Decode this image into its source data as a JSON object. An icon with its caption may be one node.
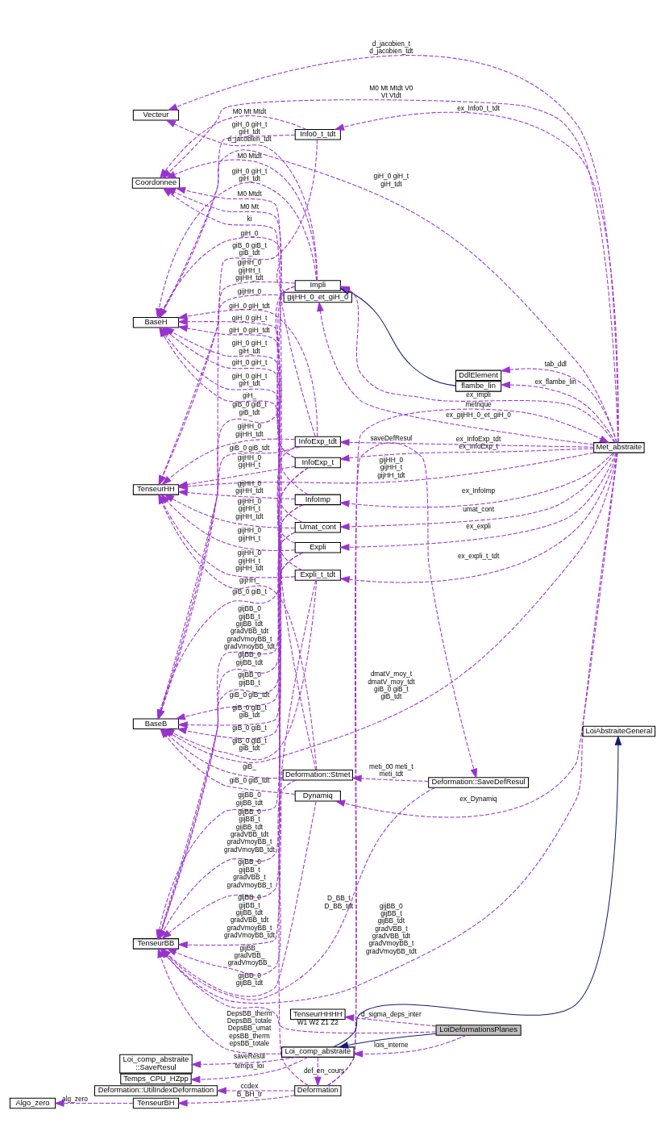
{
  "diagram": {
    "nodes": [
      {
        "text": [
          "Vecteur"
        ]
      },
      {
        "text": [
          "Coordonnee"
        ]
      },
      {
        "text": [
          "Info0_t_tdt"
        ]
      },
      {
        "text": [
          "BaseH"
        ]
      },
      {
        "text": [
          "DdlElement"
        ]
      },
      {
        "text": [
          "gijHH_0_et_giH_0"
        ]
      },
      {
        "text": [
          "Impli"
        ]
      },
      {
        "text": [
          "flambe_lin"
        ]
      },
      {
        "text": [
          "InfoExp_t"
        ]
      },
      {
        "text": [
          "Deformation::UtilIndexDeformation"
        ]
      },
      {
        "text": [
          "Met_abstraite"
        ]
      },
      {
        "text": [
          "InfoExp_tdt"
        ]
      },
      {
        "text": [
          "InfoImp"
        ]
      },
      {
        "text": [
          "BaseB"
        ]
      },
      {
        "text": [
          "Umat_cont"
        ]
      },
      {
        "text": [
          "Expli"
        ]
      },
      {
        "text": [
          "TenseurHH"
        ]
      },
      {
        "text": [
          "Expli_t_tdt"
        ]
      },
      {
        "text": [
          "Dynamiq"
        ]
      },
      {
        "text": [
          "TenseurBB"
        ]
      },
      {
        "text": [
          "Temps_CPU_HZpp"
        ]
      },
      {
        "text": [
          "LoiAbstraiteGeneral"
        ]
      },
      {
        "text": [
          "Loi_comp_abstraite ::SaveResul"
        ]
      },
      {
        "text": [
          "Deformation::Stmet"
        ]
      },
      {
        "text": [
          "Deformation::SaveDefResul"
        ]
      },
      {
        "text": [
          "Deformation"
        ]
      },
      {
        "text": [
          "Loi_comp_abstraite"
        ]
      },
      {
        "text": [
          "LoiDeformationsPlanes"
        ]
      },
      {
        "text": [
          "TenseurBH"
        ]
      },
      {
        "text": [
          "TenseurHHHH"
        ]
      },
      {
        "text": [
          "Algo_zero"
        ]
      }
    ],
    "edges": [
      {
        "from": 10,
        "to": 0,
        "arrow": "to",
        "style": "dashed",
        "label": "d_jacobien_t d_jacobien_tdt"
      },
      {
        "from": 6,
        "to": 0,
        "arrow": "to",
        "style": "dashed",
        "label": "d_jacobien_tdt"
      },
      {
        "from": 25,
        "to": 1,
        "arrow": "to",
        "style": "dashed",
        "label": "ki"
      },
      {
        "from": 10,
        "to": 1,
        "arrow": "to",
        "style": "dashed",
        "label": "M0 Mt Mtdt V0 Vt Vtdt"
      },
      {
        "from": 2,
        "to": 1,
        "arrow": "to",
        "style": "dashed",
        "label": "M0 Mt Mtdt"
      },
      {
        "from": 2,
        "to": 3,
        "arrow": "to",
        "style": "dashed",
        "label": "giH_0 giH_t giH_tdt"
      },
      {
        "from": 8,
        "to": 1,
        "arrow": "to",
        "style": "dashed",
        "label": "M0 Mt"
      },
      {
        "from": 11,
        "to": 1,
        "arrow": "to",
        "style": "dashed",
        "label": "M0 Mtdt"
      },
      {
        "from": 10,
        "to": 3,
        "arrow": "to",
        "style": "dashed",
        "label": "giH_0 giH_t giH_tdt"
      },
      {
        "from": 5,
        "to": 3,
        "arrow": "to",
        "style": "dashed",
        "label": "giH_0"
      },
      {
        "from": 6,
        "to": 3,
        "arrow": "to",
        "style": "dashed",
        "label": "giH_0 giH_t giH_tdt"
      },
      {
        "from": 2,
        "to": 13,
        "arrow": "to",
        "style": "dashed",
        "label": "giB_0 giB_t giB_tdt"
      },
      {
        "from": 6,
        "to": 1,
        "arrow": "to",
        "style": "dashed",
        "label": "M0 Mtdt"
      },
      {
        "from": 8,
        "to": 3,
        "arrow": "to",
        "style": "dashed",
        "label": "giH_0 giH_t"
      },
      {
        "from": 6,
        "to": 13,
        "arrow": "to",
        "style": "dashed",
        "label": "giB_0 giB_t giB_tdt"
      },
      {
        "from": 5,
        "to": 16,
        "arrow": "to",
        "style": "dashed",
        "label": "gijHH_0"
      },
      {
        "from": 10,
        "to": 13,
        "arrow": "to",
        "style": "dashed",
        "label": "dmatV_moy_t dmatV_moy_tdt giB_0 giB_t giB_tdt"
      },
      {
        "from": 8,
        "to": 13,
        "arrow": "to",
        "style": "dashed",
        "label": "giB_0 giB_t"
      },
      {
        "from": 11,
        "to": 3,
        "arrow": "to",
        "style": "dashed",
        "label": "giH_0 giH_tdt"
      },
      {
        "from": 12,
        "to": 3,
        "arrow": "to",
        "style": "dashed",
        "label": "giH_0 giH_tdt"
      },
      {
        "from": 11,
        "to": 13,
        "arrow": "to",
        "style": "dashed",
        "label": "giB_0 giB_tdt"
      },
      {
        "from": 6,
        "to": 16,
        "arrow": "to",
        "style": "dashed",
        "label": "gijHH_0 gijHH_t gijHH_tdt"
      },
      {
        "from": 17,
        "to": 3,
        "arrow": "to",
        "style": "dashed",
        "label": "giH_0 giH_t giH_tdt"
      },
      {
        "from": 6,
        "to": 19,
        "arrow": "to",
        "style": "dashed",
        "label": "gijBB_0 gijBB_t gijBB_tdt gradVBB_tdt gradVmoyBB_t gradVmoyBB_tdt"
      },
      {
        "from": 8,
        "to": 16,
        "arrow": "to",
        "style": "dashed",
        "label": "gijHH_0 gijHH_t"
      },
      {
        "from": 8,
        "to": 19,
        "arrow": "to",
        "style": "dashed",
        "label": "gijBB_0 gijBB_t"
      },
      {
        "from": 12,
        "to": 13,
        "arrow": "to",
        "style": "dashed",
        "label": "giB_0 giB_tdt"
      },
      {
        "from": 11,
        "to": 16,
        "arrow": "to",
        "style": "dashed",
        "label": "gijHH_0 gijHH_tdt"
      },
      {
        "from": 15,
        "to": 3,
        "arrow": "to",
        "style": "dashed",
        "label": "giH_0 giH_t"
      },
      {
        "from": 14,
        "to": 13,
        "arrow": "to",
        "style": "dashed",
        "label": "giB_0 giB_t giB_tdt"
      },
      {
        "from": 15,
        "to": 13,
        "arrow": "to",
        "style": "dashed",
        "label": "giB_0 giB_t"
      },
      {
        "from": 14,
        "to": 3,
        "arrow": "to",
        "style": "dashed",
        "label": "giH_0 giH_t giH_tdt"
      },
      {
        "from": 23,
        "to": 3,
        "arrow": "to",
        "style": "dashed",
        "label": "giH_"
      },
      {
        "from": 12,
        "to": 16,
        "arrow": "to",
        "style": "dashed",
        "label": "gijHH_0 gijHH_tdt"
      },
      {
        "from": 14,
        "to": 16,
        "arrow": "to",
        "style": "dashed",
        "label": "gijHH_0 gijHH_t gijHH_tdt"
      },
      {
        "from": 11,
        "to": 19,
        "arrow": "to",
        "style": "dashed",
        "label": "gijBB_0 gijBB_tdt"
      },
      {
        "from": 12,
        "to": 19,
        "arrow": "to",
        "style": "dashed",
        "label": "gijBB_0 gijBB_tdt"
      },
      {
        "from": 17,
        "to": 19,
        "arrow": "to",
        "style": "dashed",
        "label": "gijBB_0 gijBB_t gijBB_tdt gradVBB_tdt gradVmoyBB_t gradVmoyBB_tdt"
      },
      {
        "from": 10,
        "to": 16,
        "arrow": "to",
        "style": "dashed",
        "label": "gijHH_0 gijHH_t gijHH_tdt"
      },
      {
        "from": 15,
        "to": 16,
        "arrow": "to",
        "style": "dashed",
        "label": "gijHH_0 gijHH_t"
      },
      {
        "from": 18,
        "to": 13,
        "arrow": "to",
        "style": "dashed",
        "label": "giB_0 giB_tdt"
      },
      {
        "from": 15,
        "to": 19,
        "arrow": "to",
        "style": "dashed",
        "label": "gijBB_0 gijBB_t gradVBB_t gradVmoyBB_t"
      },
      {
        "from": 17,
        "to": 13,
        "arrow": "to",
        "style": "dashed",
        "label": "giB_0 giB_t giB_tdt"
      },
      {
        "from": 23,
        "to": 13,
        "arrow": "to",
        "style": "dashed",
        "label": "giB_"
      },
      {
        "from": 17,
        "to": 16,
        "arrow": "to",
        "style": "dashed",
        "label": "gijHH_0 gijHH_t gijHH_tdt"
      },
      {
        "from": 14,
        "to": 19,
        "arrow": "to",
        "style": "dashed",
        "label": "gijBB_0 gijBB_t gijBB_tdt gradVBB_tdt gradVmoyBB_t gradVmoyBB_tdt"
      },
      {
        "from": 23,
        "to": 16,
        "arrow": "to",
        "style": "dashed",
        "label": "gijHH_"
      },
      {
        "from": 18,
        "to": 19,
        "arrow": "to",
        "style": "dashed",
        "label": "gijBB_0 gijBB_tdt"
      },
      {
        "from": 23,
        "to": 19,
        "arrow": "to",
        "style": "dashed",
        "label": "gijBB_ gradVBB_ gradVmoyBB_"
      },
      {
        "from": 27,
        "to": 19,
        "arrow": "to",
        "style": "dashed",
        "label": "W1 W2 Z1 Z2"
      },
      {
        "from": 24,
        "to": 19,
        "arrow": "to",
        "style": "dashed",
        "label": "D_BB_t D_BB_tdt"
      },
      {
        "from": 10,
        "to": 19,
        "arrow": "to",
        "style": "dashed",
        "label": "gijBB_0 gijBB_t gijBB_tdt gradVBB_t gradVBB_tdt gradVmoyBB_t gradVmoyBB_tdt"
      },
      {
        "from": 26,
        "to": 19,
        "arrow": "to",
        "style": "dashed",
        "label": "DepsBB_therm DepsBB_totale DepsBB_umat epsBB_therm epsBB_totale"
      },
      {
        "from": 10,
        "to": 2,
        "arrow": "to",
        "style": "dashed",
        "label": "ex_Info0_t_tdt"
      },
      {
        "from": 10,
        "to": 4,
        "arrow": "to",
        "style": "dashed",
        "label": "tab_ddl"
      },
      {
        "from": 10,
        "to": 5,
        "arrow": "to",
        "style": "dashed",
        "label": "ex_gijHH_0_et_giH_0"
      },
      {
        "from": 10,
        "to": 6,
        "arrow": "to",
        "style": "dashed",
        "label": "ex_impli"
      },
      {
        "from": 10,
        "to": 7,
        "arrow": "to",
        "style": "dashed",
        "label": "ex_flambe_lin"
      },
      {
        "from": 7,
        "to": 6,
        "arrow": "to",
        "color": "#191970"
      },
      {
        "from": 10,
        "to": 8,
        "arrow": "to",
        "style": "dashed",
        "label": "ex_InfoExp_t"
      },
      {
        "from": 10,
        "to": 11,
        "arrow": "to",
        "style": "dashed",
        "label": "ex_InfoExp_tdt"
      },
      {
        "from": 10,
        "to": 12,
        "arrow": "to",
        "style": "dashed",
        "label": "ex_InfoImp"
      },
      {
        "from": 10,
        "to": 14,
        "arrow": "to",
        "style": "dashed",
        "label": "umat_cont"
      },
      {
        "from": 10,
        "to": 15,
        "arrow": "to",
        "style": "dashed",
        "label": "ex_expli"
      },
      {
        "from": 10,
        "to": 17,
        "arrow": "to",
        "style": "dashed",
        "label": "ex_expli_t_tdt"
      },
      {
        "from": 10,
        "to": 18,
        "arrow": "to",
        "style": "dashed",
        "label": "ex_Dynamiq"
      },
      {
        "from": 25,
        "to": 10,
        "arrow": "to",
        "style": "dashed",
        "label": "metrique"
      },
      {
        "from": 25,
        "to": 9,
        "arrow": "to",
        "style": "dashed",
        "label": "ccdex"
      },
      {
        "from": 25,
        "to": 24,
        "arrow": "to",
        "style": "dashed",
        "label": "saveDefResul"
      },
      {
        "from": 25,
        "to": 28,
        "arrow": "to",
        "style": "dashed",
        "label": "B_BH_tr"
      },
      {
        "from": 28,
        "to": 30,
        "arrow": "to",
        "style": "dashed",
        "label": "alg_zero"
      },
      {
        "from": 24,
        "to": 23,
        "arrow": "to",
        "style": "dashed",
        "label": "meti_00 meti_t meti_tdt"
      },
      {
        "from": 26,
        "to": 20,
        "arrow": "to",
        "style": "dashed",
        "label": "temps_loi"
      },
      {
        "from": 26,
        "to": 21,
        "arrow": "to",
        "color": "#191970"
      },
      {
        "from": 26,
        "to": 22,
        "arrow": "to",
        "style": "dashed",
        "label": "saveResul"
      },
      {
        "from": 26,
        "to": 25,
        "arrow": "to",
        "style": "dashed",
        "label": "def_en_cours"
      },
      {
        "from": 27,
        "to": 26,
        "arrow": "to",
        "color": "#191970"
      },
      {
        "from": 27,
        "to": 26,
        "arrow": "to",
        "style": "dashed",
        "label": "lois_interne"
      },
      {
        "from": 27,
        "to": 29,
        "arrow": "to",
        "style": "dashed",
        "label": "d_sigma_deps_inter"
      }
    ]
  }
}
